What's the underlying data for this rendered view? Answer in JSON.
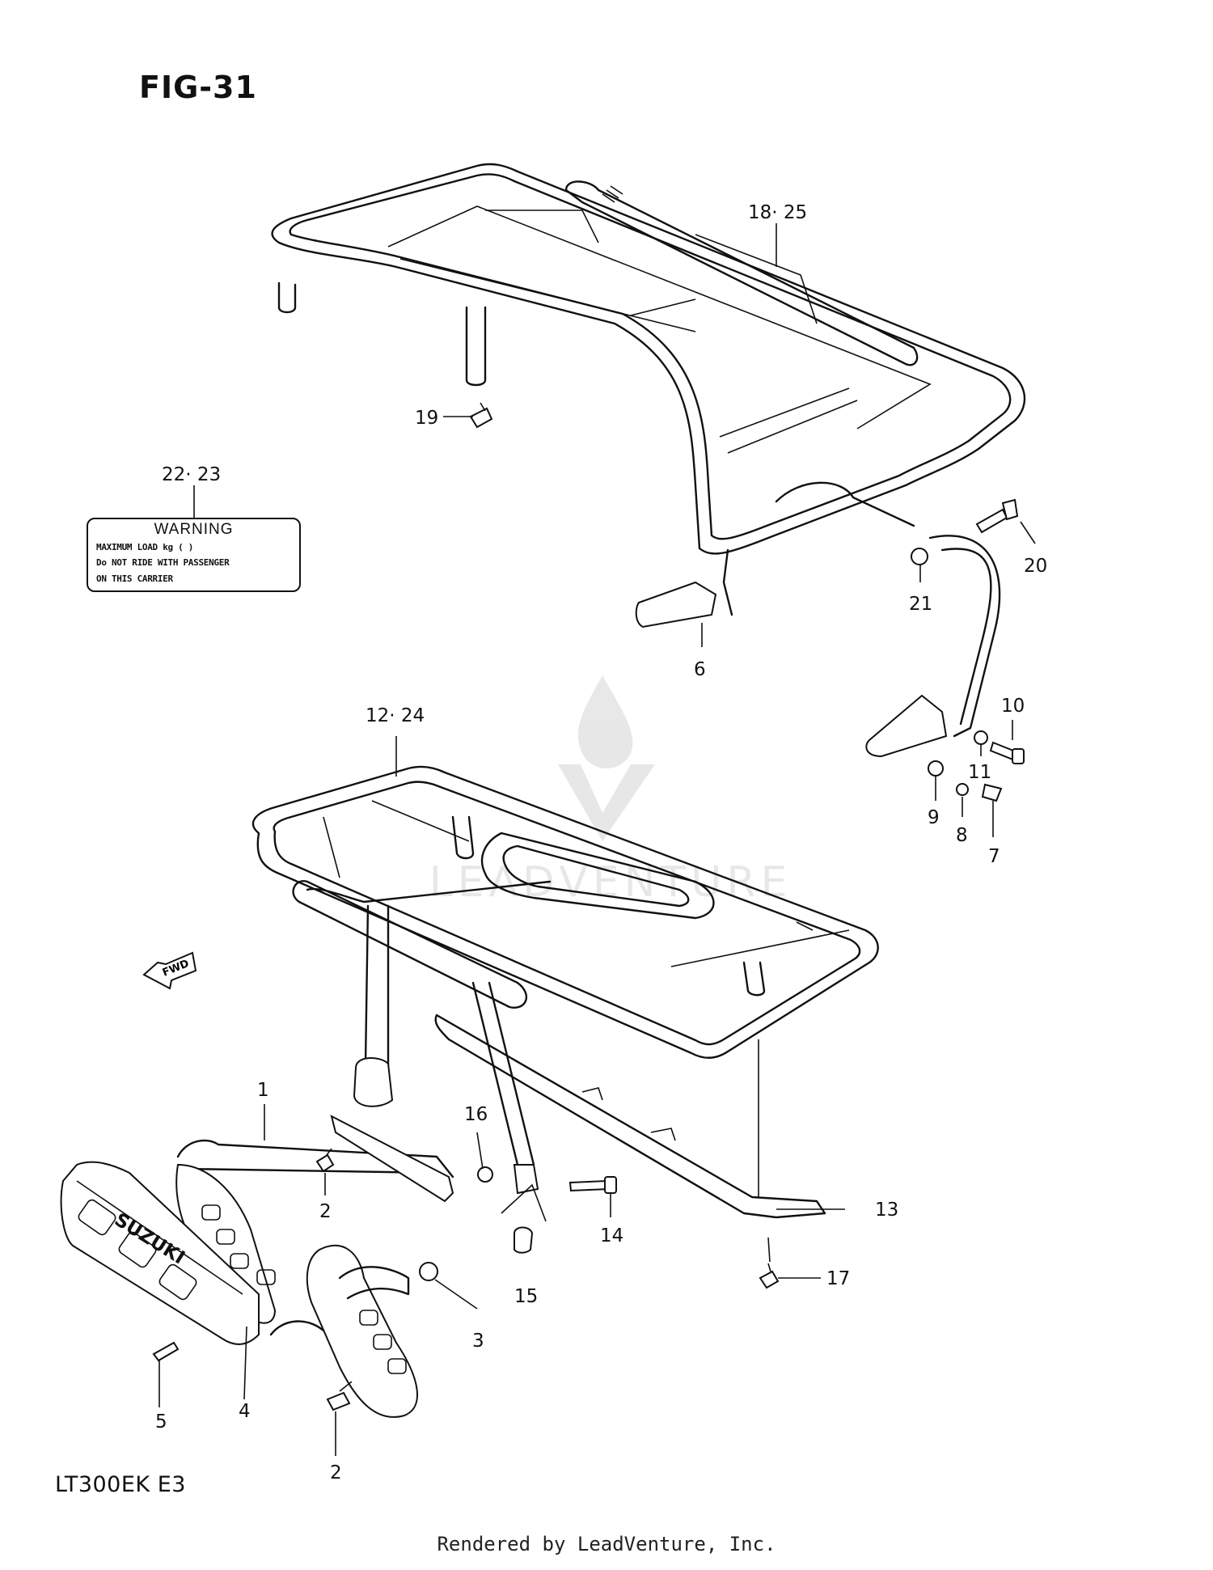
{
  "figure_title": "FIG-31",
  "model_code": "LT300EK  E3",
  "footer": "Rendered by LeadVenture, Inc.",
  "watermark_text": "LEADVENTURE",
  "warning_label": {
    "title": "WARNING",
    "lines": [
      "MAXIMUM LOAD   kg (        )",
      "Do NOT RIDE WITH PASSENGER",
      "ON THIS CARRIER"
    ]
  },
  "fwd_arrow": "FWD",
  "brand_text": "SUZUKI",
  "callouts": {
    "c1": "1",
    "c2a": "2",
    "c2b": "2",
    "c3": "3",
    "c4": "4",
    "c5": "5",
    "c6": "6",
    "c7": "7",
    "c8": "8",
    "c9": "9",
    "c10": "10",
    "c11": "11",
    "c12_24": "12· 24",
    "c13": "13",
    "c14": "14",
    "c15": "15",
    "c16": "16",
    "c17": "17",
    "c18_25": "18· 25",
    "c19": "19",
    "c20": "20",
    "c21": "21",
    "c22_23": "22· 23"
  }
}
